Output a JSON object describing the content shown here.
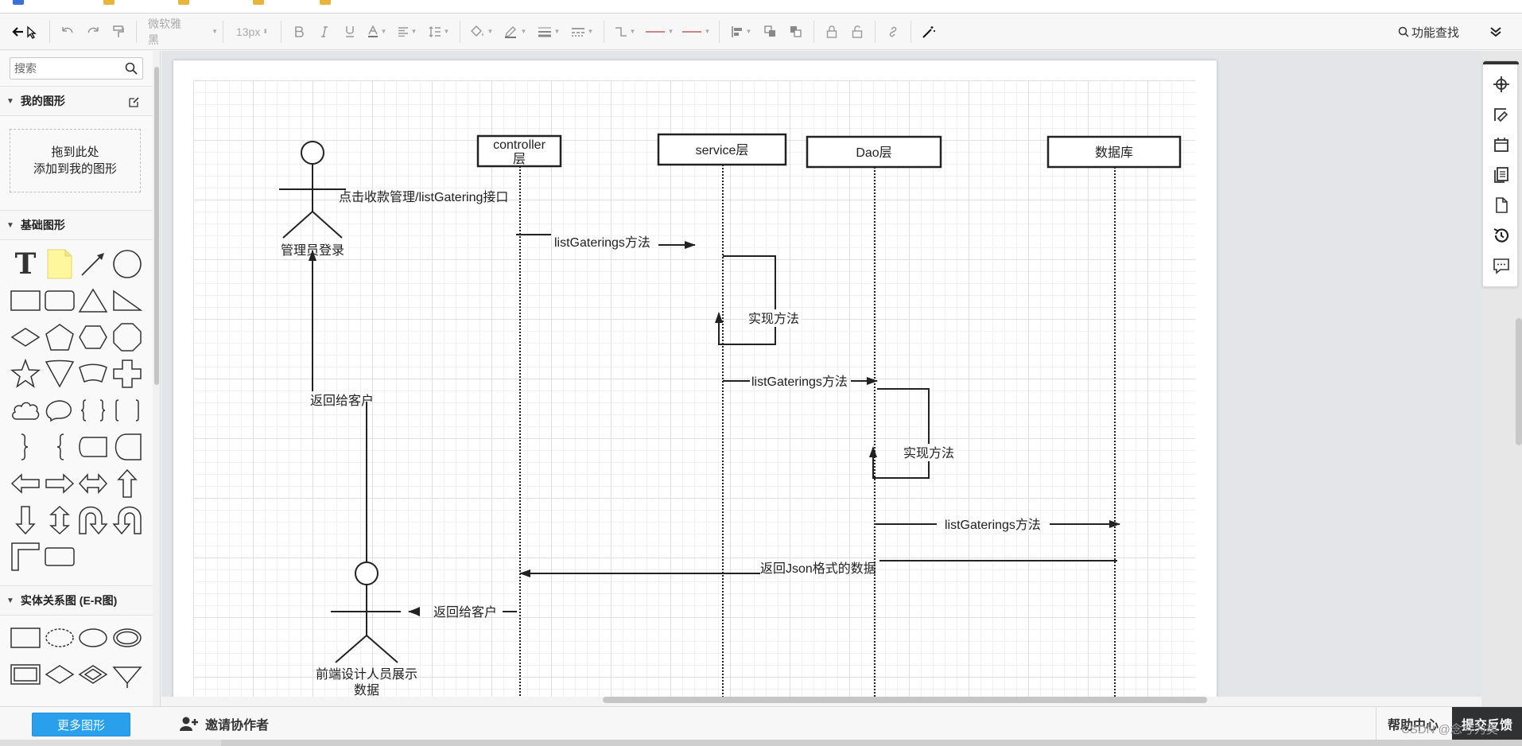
{
  "toolbar": {
    "font_family": "微软雅黑",
    "font_size": "13px",
    "find_label": "功能查找"
  },
  "sidebar": {
    "search_placeholder": "搜索",
    "my_shapes_title": "我的图形",
    "dropzone_line1": "拖到此处",
    "dropzone_line2": "添加到我的图形",
    "basic_shapes_title": "基础图形",
    "text_shape_glyph": "T",
    "er_title": "实体关系图 (E-R图)"
  },
  "diagram": {
    "actor_top_label": "管理员登录",
    "actor_bottom_label_1": "前端设计人员展示",
    "actor_bottom_label_2": "数据",
    "lifelines": {
      "controller_1": "controller",
      "controller_2": "层",
      "service": "service层",
      "dao": "Dao层",
      "db": "数据库"
    },
    "messages": {
      "click": "点击收款管理/listGatering接口",
      "to_service": "listGaterings方法",
      "service_self": "实现方法",
      "to_dao": "listGaterings方法",
      "dao_self": "实现方法",
      "to_db": "listGaterings方法",
      "return_json": "返回Json格式的数据",
      "return_front": "返回给客户",
      "return_admin": "返回给客户"
    }
  },
  "bottom": {
    "more_shapes": "更多图形",
    "invite": "邀请协作者",
    "help": "帮助中心",
    "feedback": "提交反馈",
    "watermark": "CSDN @念兮为美"
  },
  "colors": {
    "accent_blue": "#2aa0ec",
    "feedback_bg": "#2f3133",
    "note_yellow": "#fff79e"
  }
}
